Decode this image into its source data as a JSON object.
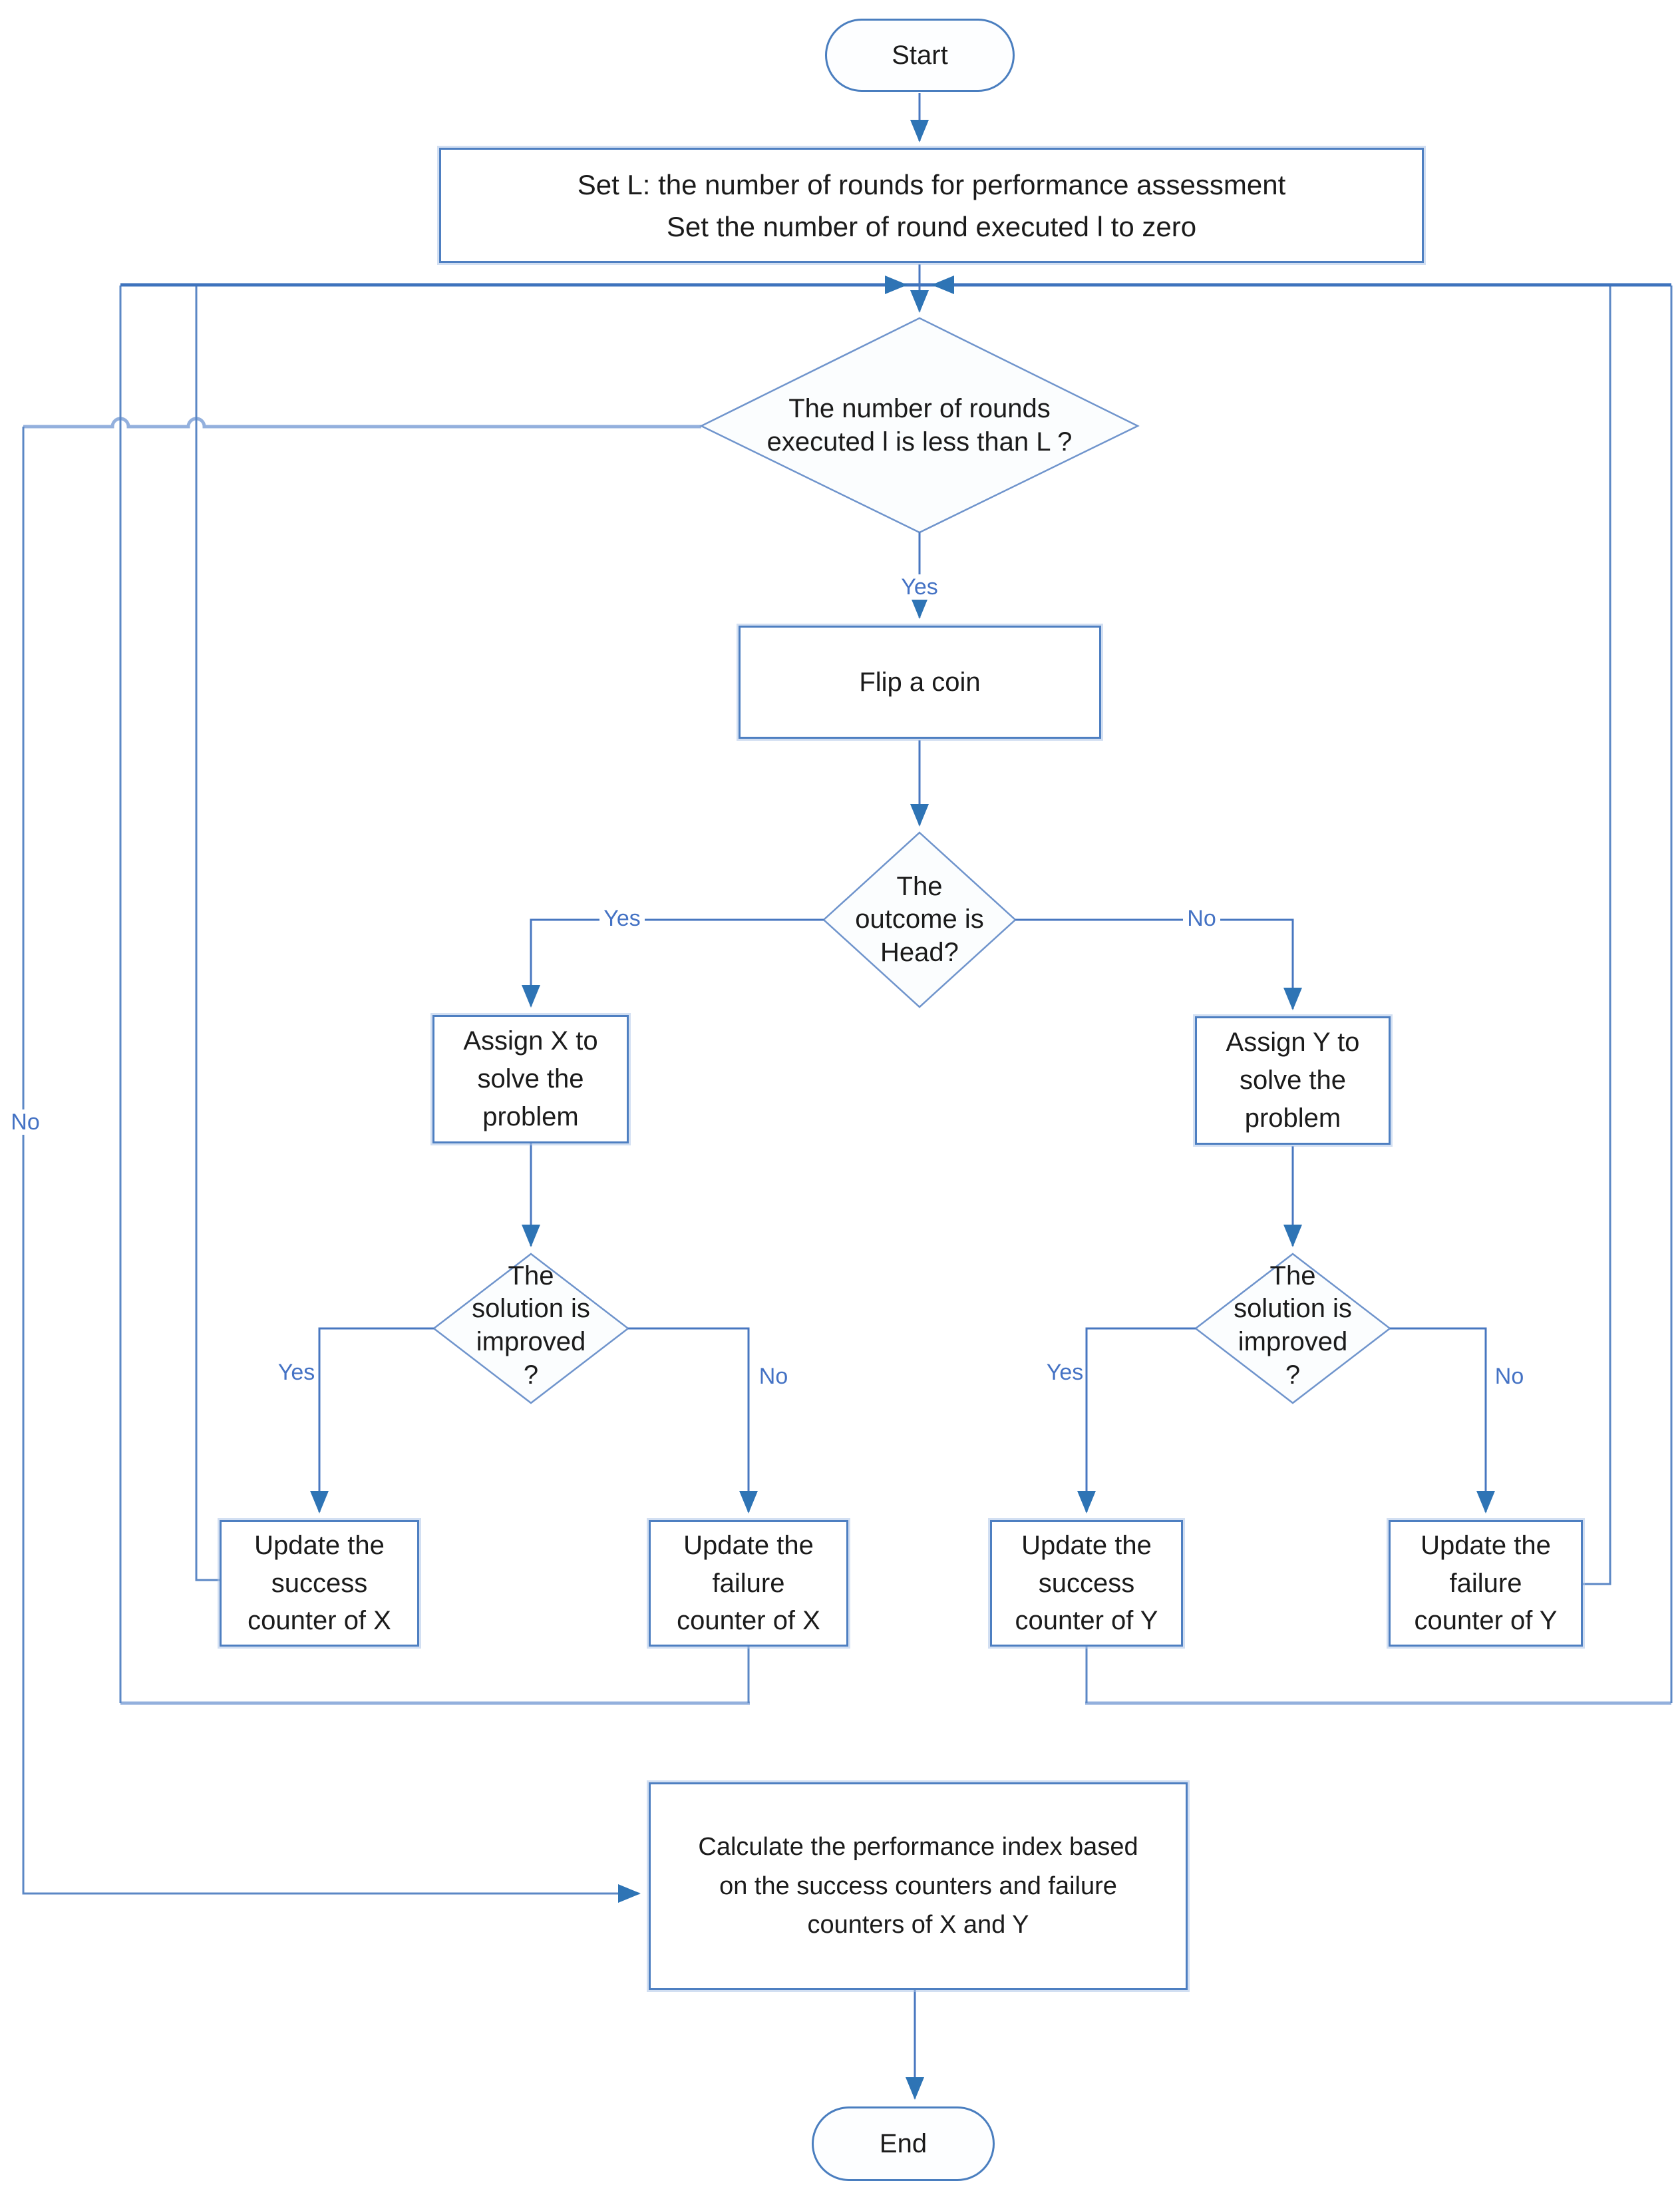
{
  "diagram": {
    "nodes": {
      "start": "Start",
      "init": "Set L: the number of rounds for performance assessment\nSet the number of round executed l to zero",
      "round_check": "The number of rounds\nexecuted l is less than L ?",
      "flip_coin": "Flip a coin",
      "outcome": "The\noutcome is\nHead?",
      "assign_x": "Assign X to\nsolve the\nproblem",
      "assign_y": "Assign Y to\nsolve the\nproblem",
      "improved_x": "The\nsolution is\nimproved\n?",
      "improved_y": "The\nsolution is\nimproved\n?",
      "success_x": "Update the\nsuccess\ncounter of X",
      "failure_x": "Update the\nfailure\ncounter of X",
      "success_y": "Update the\nsuccess\ncounter of Y",
      "failure_y": "Update the\nfailure\ncounter of Y",
      "calculate": "Calculate the performance index based\non the success counters and failure\ncounters of X and Y",
      "end": "End"
    },
    "edge_labels": {
      "round_yes": "Yes",
      "round_no": "No",
      "outcome_yes": "Yes",
      "outcome_no": "No",
      "improved_x_yes": "Yes",
      "improved_x_no": "No",
      "improved_y_yes": "Yes",
      "improved_y_no": "No"
    },
    "colors": {
      "shape_border": "#4e7fc1",
      "shape_halo": "#adc5e7",
      "diamond_border": "#6f94cc",
      "diamond_fill": "#fbfdfe",
      "connector": "#4877c0",
      "connector_light": "#93b0dd",
      "connector_mid": "#5b87c5",
      "connector_dark": "#3e73bd",
      "arrowhead": "#2e74b5",
      "edge_label_text": "#4472c4",
      "node_text": "#1b1b1b"
    }
  }
}
